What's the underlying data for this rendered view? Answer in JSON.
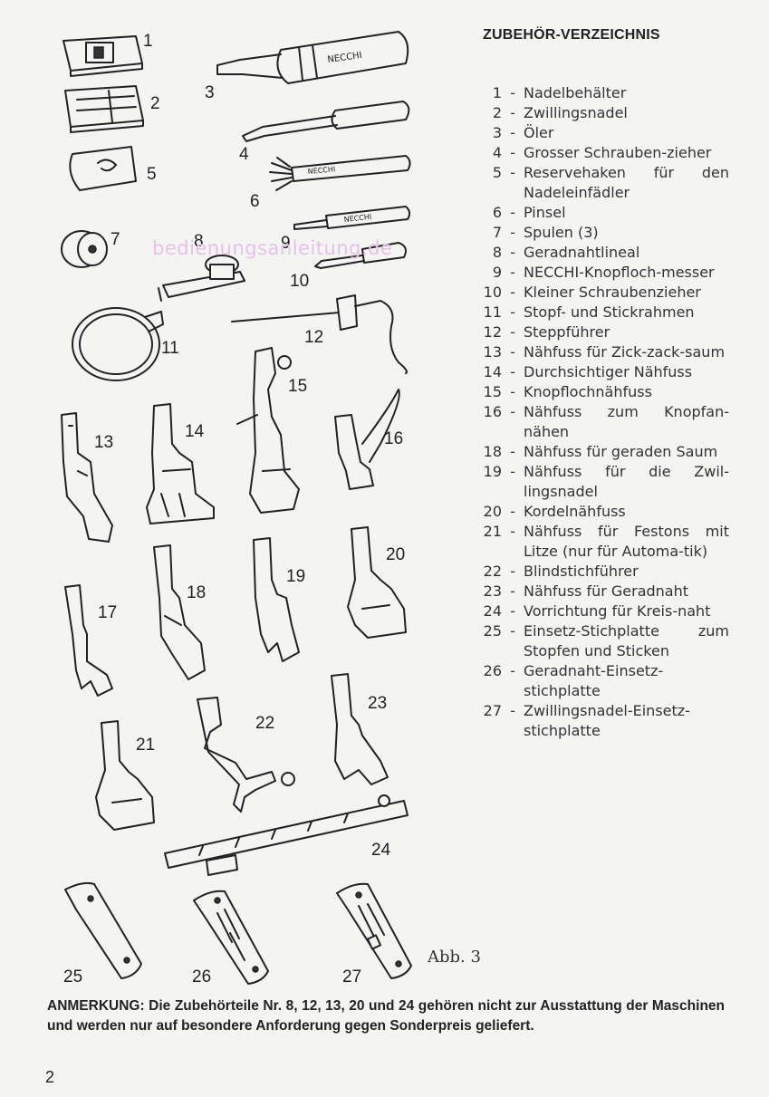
{
  "heading": "ZUBEHÖR-VERZEICHNIS",
  "items": [
    {
      "no": "1",
      "label": "Nadelbehälter"
    },
    {
      "no": "2",
      "label": "Zwillingsnadel"
    },
    {
      "no": "3",
      "label": "Öler"
    },
    {
      "no": "4",
      "label": "Grosser Schrauben-zieher"
    },
    {
      "no": "5",
      "label": "Reservehaken für den Nadeleinfädler"
    },
    {
      "no": "6",
      "label": "Pinsel"
    },
    {
      "no": "7",
      "label": "Spulen (3)"
    },
    {
      "no": "8",
      "label": "Geradnahtlineal"
    },
    {
      "no": "9",
      "label": "NECCHI-Knopfloch-messer"
    },
    {
      "no": "10",
      "label": "Kleiner Schraubenzieher"
    },
    {
      "no": "11",
      "label": "Stopf- und Stickrahmen"
    },
    {
      "no": "12",
      "label": "Steppführer"
    },
    {
      "no": "13",
      "label": "Nähfuss für Zick-zack-saum"
    },
    {
      "no": "14",
      "label": "Durchsichtiger Nähfuss"
    },
    {
      "no": "15",
      "label": "Knopflochnähfuss"
    },
    {
      "no": "16",
      "label": "Nähfuss zum Knopfan-nähen"
    },
    {
      "no": "18",
      "label": "Nähfuss für geraden Saum"
    },
    {
      "no": "19",
      "label": "Nähfuss für die Zwil-lingsnadel"
    },
    {
      "no": "20",
      "label": "Kordelnähfuss"
    },
    {
      "no": "21",
      "label": "Nähfuss für Festons mit Litze (nur für Automa-tik)"
    },
    {
      "no": "22",
      "label": "Blindstichführer"
    },
    {
      "no": "23",
      "label": "Nähfuss für Geradnaht"
    },
    {
      "no": "24",
      "label": "Vorrichtung für Kreis-naht"
    },
    {
      "no": "25",
      "label": "Einsetz-Stichplatte zum Stopfen und Sticken"
    },
    {
      "no": "26",
      "label": "Geradnaht-Einsetz-stichplatte"
    },
    {
      "no": "27",
      "label": "Zwillingsnadel-Einsetz-stichplatte"
    }
  ],
  "figure_numbers": {
    "n1": "1",
    "n2": "2",
    "n3": "3",
    "n4": "4",
    "n5": "5",
    "n6": "6",
    "n7": "7",
    "n8": "8",
    "n9": "9",
    "n10": "10",
    "n11": "11",
    "n12": "12",
    "n13": "13",
    "n14": "14",
    "n15": "15",
    "n16": "16",
    "n17": "17",
    "n18": "18",
    "n19": "19",
    "n20": "20",
    "n21": "21",
    "n22": "22",
    "n23": "23",
    "n24": "24",
    "n25": "25",
    "n26": "26",
    "n27": "27"
  },
  "brand_labels": {
    "oiler": "NECCHI",
    "brush": "NECCHI",
    "ripper": "NECCHI"
  },
  "watermark": "bedienungsanleitung.de",
  "caption": "Abb.  3",
  "note": "ANMERKUNG: Die Zubehörteile Nr. 8, 12, 13, 20 und 24 gehören nicht zur Ausstattung der Maschinen und werden nur auf besondere Anforderung gegen Sonderpreis geliefert.",
  "page_number": "2"
}
